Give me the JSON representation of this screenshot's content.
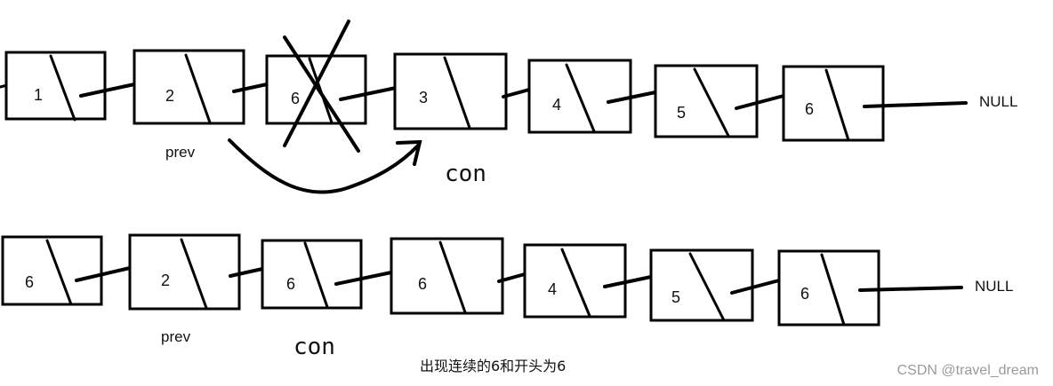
{
  "diagram": {
    "rows": [
      {
        "nodes": [
          "1",
          "2",
          "6",
          "3",
          "4",
          "5",
          "6"
        ],
        "null_label": "NULL",
        "prev_label": "prev",
        "con_label": "con"
      },
      {
        "nodes": [
          "6",
          "2",
          "6",
          "6",
          "4",
          "5",
          "6"
        ],
        "null_label": "NULL",
        "prev_label": "prev",
        "con_label": "con"
      }
    ],
    "caption": "出现连续的6和开头为6",
    "watermark": "CSDN @travel_dream"
  }
}
